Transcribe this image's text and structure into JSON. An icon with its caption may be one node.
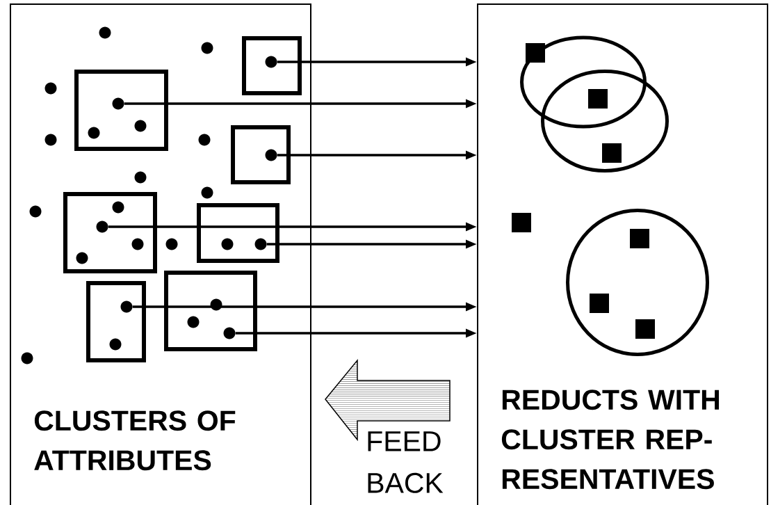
{
  "diagram": {
    "nodes": [
      {
        "text": [
          "CLUSTERS OF ATTRIBUTES"
        ]
      },
      {
        "text": [
          "REDUCTS WITH CLUSTER REP- RESENTATIVES"
        ]
      },
      {
        "text": [],
        "shape": "box",
        "in": 0
      },
      {
        "text": [],
        "shape": "box",
        "in": 0
      },
      {
        "text": [],
        "shape": "box",
        "in": 0
      },
      {
        "text": [],
        "shape": "box",
        "in": 0
      },
      {
        "text": [],
        "shape": "box",
        "in": 0
      },
      {
        "text": [],
        "shape": "box",
        "in": 0
      },
      {
        "text": [],
        "shape": "box",
        "in": 0
      },
      {
        "text": [],
        "shape": "circle",
        "in": 0
      },
      {
        "text": [],
        "shape": "circle",
        "in": 0
      },
      {
        "text": [],
        "shape": "circle",
        "in": 2
      },
      {
        "text": [],
        "shape": "circle",
        "in": 0
      },
      {
        "text": [],
        "shape": "circle",
        "in": 3
      },
      {
        "text": [],
        "shape": "circle",
        "in": 3
      },
      {
        "text": [],
        "shape": "circle",
        "in": 3
      },
      {
        "text": [],
        "shape": "circle",
        "in": 0
      },
      {
        "text": [],
        "shape": "circle",
        "in": 0
      },
      {
        "text": [],
        "shape": "circle",
        "in": 4
      },
      {
        "text": [],
        "shape": "circle",
        "in": 0
      },
      {
        "text": [],
        "shape": "circle",
        "in": 0
      },
      {
        "text": [],
        "shape": "circle",
        "in": 5
      },
      {
        "text": [],
        "shape": "circle",
        "in": 0
      },
      {
        "text": [],
        "shape": "circle",
        "in": 5
      },
      {
        "text": [],
        "shape": "circle",
        "in": 5
      },
      {
        "text": [],
        "shape": "circle",
        "in": 0
      },
      {
        "text": [],
        "shape": "circle",
        "in": 6
      },
      {
        "text": [],
        "shape": "circle",
        "in": 6
      },
      {
        "text": [],
        "shape": "circle",
        "in": 5
      },
      {
        "text": [],
        "shape": "circle",
        "in": 8
      },
      {
        "text": [],
        "shape": "circle",
        "in": 7
      },
      {
        "text": [],
        "shape": "circle",
        "in": 8
      },
      {
        "text": [],
        "shape": "circle",
        "in": 8
      },
      {
        "text": [],
        "shape": "circle",
        "in": 7
      },
      {
        "text": [],
        "shape": "circle",
        "in": 0
      },
      {
        "text": [],
        "shape": "circle",
        "in": 1
      },
      {
        "text": [],
        "shape": "circle",
        "in": 1
      },
      {
        "text": [],
        "shape": "circle",
        "in": 1
      }
    ],
    "edges": [
      {
        "from": 11,
        "to": 1,
        "arrow": "to"
      },
      {
        "from": 13,
        "to": 1,
        "arrow": "to"
      },
      {
        "from": 18,
        "to": 1,
        "arrow": "to"
      },
      {
        "from": 23,
        "to": 1,
        "arrow": "to"
      },
      {
        "from": 27,
        "to": 1,
        "arrow": "to"
      },
      {
        "from": 30,
        "to": 1,
        "arrow": "to"
      },
      {
        "from": 32,
        "to": 1,
        "arrow": "to"
      },
      {
        "from": 1,
        "to": 0,
        "arrow": "to",
        "label": "FEED BACK"
      }
    ]
  }
}
